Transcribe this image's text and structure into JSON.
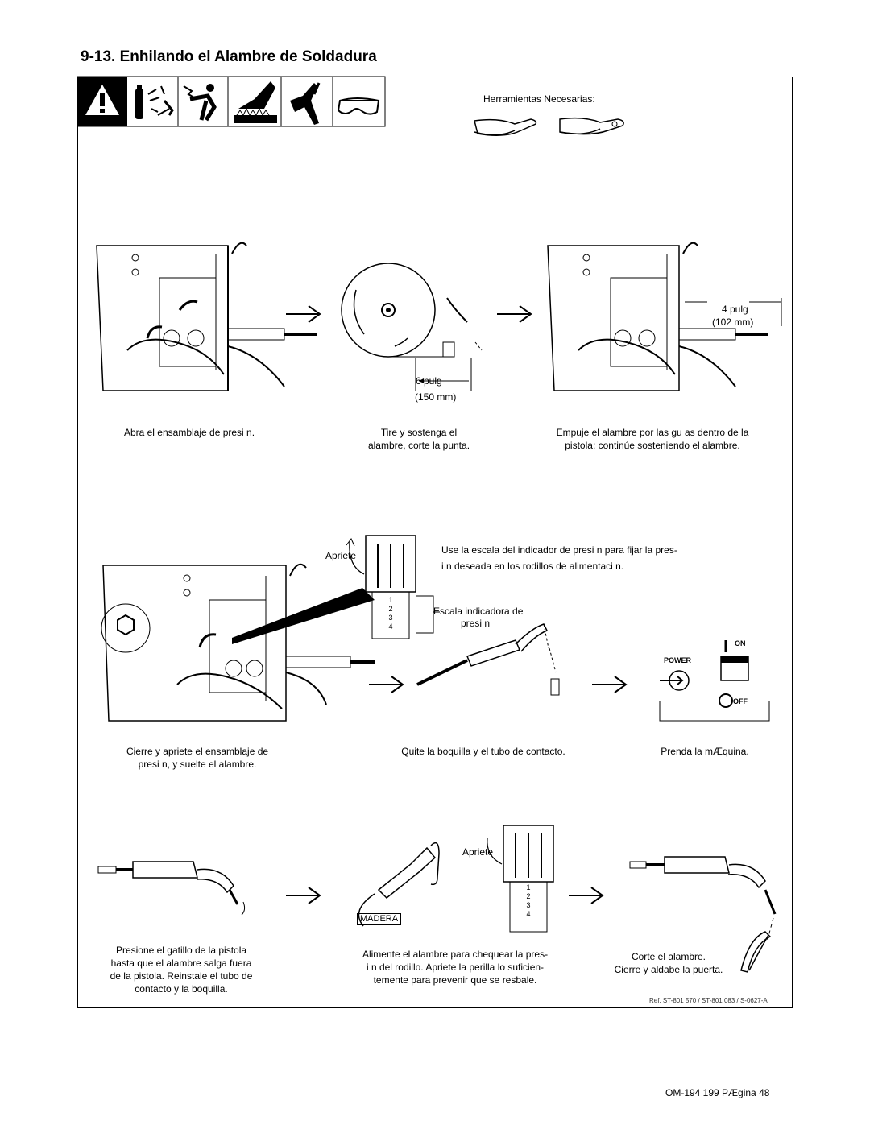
{
  "title": "9-13. Enhilando el Alambre de Soldadura",
  "tools_label": "Herramientas Necesarias:",
  "steps": {
    "s1": "Abra el ensamblaje de presi n.",
    "s2_line1": "Tire y sostenga el",
    "s2_line2": "alambre, corte la punta.",
    "s3_line1": "Empuje el alambre por las gu as dentro de la",
    "s3_line2": "pistola; continúe sosteniendo el alambre.",
    "s4_line1": "Use la escala del indicador de presi n para fijar la pres-",
    "s4_line2": "i n deseada en los rodillos de alimentaci n.",
    "s5_line1": "Cierre y apriete el ensamblaje de",
    "s5_line2": "presi n, y suelte el alambre.",
    "s6": "Quite la boquilla y el tubo de contacto.",
    "s7": "Prenda la mÆquina.",
    "s8_line1": "Presione el gatillo de la pistola",
    "s8_line2": "hasta que el alambre salga fuera",
    "s8_line3": "de la pistola. Reinstale el tubo de",
    "s8_line4": "contacto y la boquilla.",
    "s9_line1": "Alimente el alambre para chequear la pres-",
    "s9_line2": "i n del rodillo. Apriete la perilla lo suficien-",
    "s9_line3": "temente para prevenir que se resbale.",
    "s10_line1": "Corte el alambre.",
    "s10_line2": "Cierre y aldabe la puerta."
  },
  "labels": {
    "six_pulg": "6 pulg",
    "six_mm": "(150 mm)",
    "four_pulg": "4 pulg",
    "four_mm": "(102 mm)",
    "apriete1": "Apriete",
    "apriete2": "Apriete",
    "escala_line1": "Escala indicadora de",
    "escala_line2": "presi n",
    "scale_nums": [
      "1",
      "2",
      "3",
      "4"
    ],
    "power": "POWER",
    "on": "ON",
    "off": "OFF",
    "madera": "MADERA"
  },
  "ref": "Ref. ST-801 570 / ST-801 083 / S-0627-A",
  "page_number": "OM-194 199 PÆgina 48",
  "icons": [
    "warning-triangle-icon",
    "gas-cylinder-icon",
    "electric-shock-icon",
    "hot-surface-icon",
    "moving-parts-icon",
    "safety-glasses-icon",
    "diagonal-cutters-icon",
    "pliers-icon"
  ]
}
